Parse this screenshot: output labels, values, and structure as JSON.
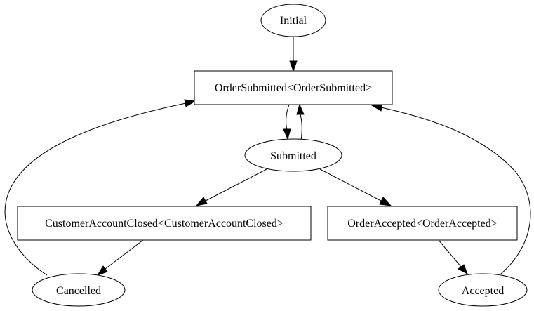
{
  "diagram": {
    "type": "state-machine",
    "nodes": {
      "initial": {
        "label": "Initial",
        "shape": "ellipse"
      },
      "order_submitted": {
        "label": "OrderSubmitted<OrderSubmitted>",
        "shape": "box"
      },
      "submitted": {
        "label": "Submitted",
        "shape": "ellipse"
      },
      "customer_account_closed": {
        "label": "CustomerAccountClosed<CustomerAccountClosed>",
        "shape": "box"
      },
      "order_accepted": {
        "label": "OrderAccepted<OrderAccepted>",
        "shape": "box"
      },
      "cancelled": {
        "label": "Cancelled",
        "shape": "ellipse"
      },
      "accepted": {
        "label": "Accepted",
        "shape": "ellipse"
      }
    },
    "edges": [
      {
        "from": "initial",
        "to": "order_submitted"
      },
      {
        "from": "order_submitted",
        "to": "submitted"
      },
      {
        "from": "submitted",
        "to": "order_submitted"
      },
      {
        "from": "submitted",
        "to": "customer_account_closed"
      },
      {
        "from": "submitted",
        "to": "order_accepted"
      },
      {
        "from": "customer_account_closed",
        "to": "cancelled"
      },
      {
        "from": "order_accepted",
        "to": "accepted"
      },
      {
        "from": "cancelled",
        "to": "order_submitted"
      },
      {
        "from": "accepted",
        "to": "order_submitted"
      }
    ],
    "colors": {
      "stroke": "#000000",
      "fill": "#ffffff",
      "text": "#000000"
    }
  }
}
